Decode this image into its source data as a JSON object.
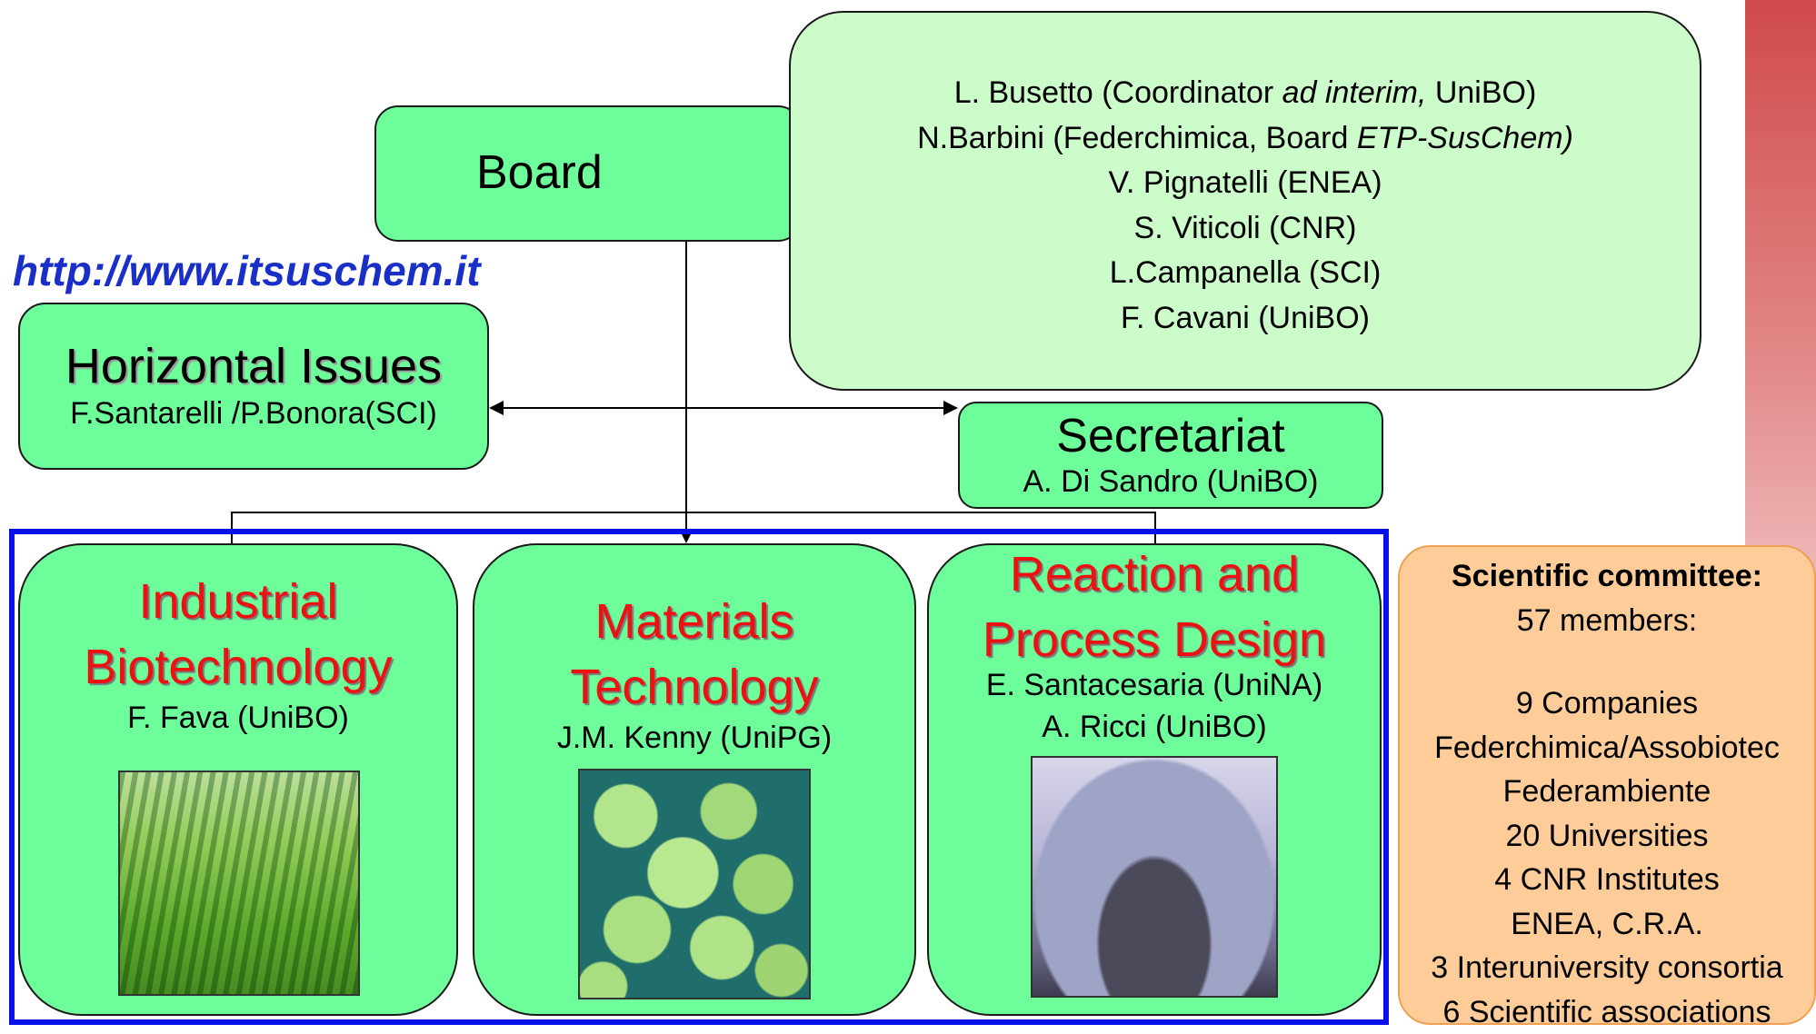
{
  "board": {
    "title": "Board"
  },
  "board_members": [
    {
      "text": "L. Busetto (Coordinator ",
      "em": "ad interim,",
      "after": " UniBO)"
    },
    {
      "text": "N.Barbini (Federchimica, Board ",
      "em": "ETP-SusChem)",
      "after": ""
    },
    {
      "text": "V. Pignatelli (ENEA)",
      "em": "",
      "after": ""
    },
    {
      "text": "S. Viticoli (CNR)",
      "em": "",
      "after": ""
    },
    {
      "text": "L.Campanella (SCI)",
      "em": "",
      "after": ""
    },
    {
      "text": "F. Cavani (UniBO)",
      "em": "",
      "after": ""
    }
  ],
  "url": "http://www.itsuschem.it",
  "horizontal": {
    "title": "Horizontal Issues",
    "person": "F.Santarelli /P.Bonora(SCI)"
  },
  "secretariat": {
    "title": "Secretariat",
    "person": "A. Di Sandro (UniBO)"
  },
  "platforms": [
    {
      "title1": "Industrial",
      "title2": "Biotechnology",
      "people": [
        "F. Fava (UniBO)"
      ],
      "image": "wheat-field-photo"
    },
    {
      "title1": "Materials",
      "title2": "Technology",
      "people": [
        "J.M. Kenny (UniPG)"
      ],
      "image": "crystal-particles-photo"
    },
    {
      "title1": "Reaction and",
      "title2": "Process Design",
      "people": [
        "E. Santacesaria (UniNA)",
        "A. Ricci (UniBO)"
      ],
      "image": "reactor-vessel-photo"
    }
  ],
  "committee": {
    "title": "Scientific committee:",
    "count": "57 members:",
    "items": [
      "9 Companies",
      "Federchimica/Assobiotec",
      "Federambiente",
      "20 Universities",
      "4 CNR Institutes",
      "ENEA, C.R.A.",
      "3 Interuniversity consortia",
      "6 Scientific associations"
    ]
  },
  "colors": {
    "box_green": "#6dfd9b",
    "board_members_bg": "#ccfcc9",
    "committee_bg": "#fdcc99",
    "title_red": "#ee1111",
    "url_blue": "#1a2fc8",
    "frame_blue": "#0a10e8"
  }
}
